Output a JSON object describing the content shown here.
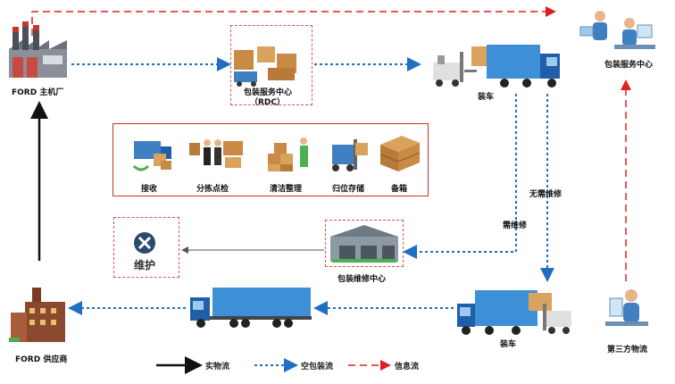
{
  "labels": {
    "ford_plant": "FORD 主机厂",
    "rdc_line1": "包装服务中心",
    "rdc_line2": "（RDC）",
    "loading_top": "装车",
    "service_center_right": "包装服务中心",
    "receive": "接收",
    "sort_inspect": "分拣点检",
    "clean": "清洁整理",
    "storage": "归位存储",
    "prepare": "备箱",
    "no_repair": "无需维修",
    "need_repair": "需维修",
    "repair": "维护",
    "repair_center": "包装维修中心",
    "loading_bottom": "装车",
    "third_party": "第三方物流",
    "ford_supplier": "FORD 供应商"
  },
  "legend": {
    "physical": "实物流",
    "empty": "空包装流",
    "info": "信息流"
  },
  "colors": {
    "physical": "#111111",
    "empty": "#1f6fc2",
    "info": "#e02020",
    "truck_blue": "#3d8fd6",
    "box_border": "#d9534f"
  }
}
